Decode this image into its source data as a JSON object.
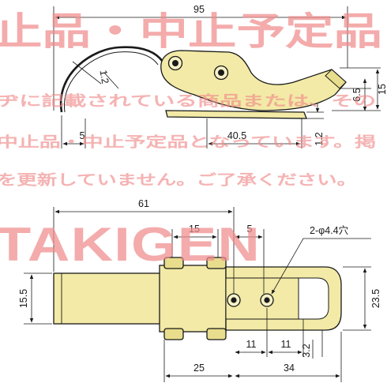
{
  "watermark": {
    "banner": "止品・中止予定品",
    "notice_line1": "ヂに記載されている商品または、その",
    "notice_line2": "中止品・中止予定品となっています。掲",
    "notice_line3": "を更新していません。ご了承ください。",
    "logo": "TAKIGEN"
  },
  "side_view": {
    "overall_length": "95",
    "spring_thickness": "1.2",
    "tip_height_inner": "6.5",
    "tip_height_outer": "15",
    "offset_left": "5",
    "hook_span": "40.5",
    "base_thickness": "1.2"
  },
  "top_view": {
    "overall_length": "61",
    "hole_pitch_top": "15",
    "hole_gap_top": "5",
    "hole_spec": "2-φ4.4穴",
    "base_width": "15.5",
    "overall_width": "23.5",
    "hole_pitch_a": "11",
    "hole_pitch_b": "11",
    "edge_offset": "3.2",
    "base_length": "25",
    "hook_length": "34"
  },
  "colors": {
    "part_fill": "#f2eaa6",
    "outline": "#1a1a1a",
    "watermark": "#f08a8a"
  }
}
